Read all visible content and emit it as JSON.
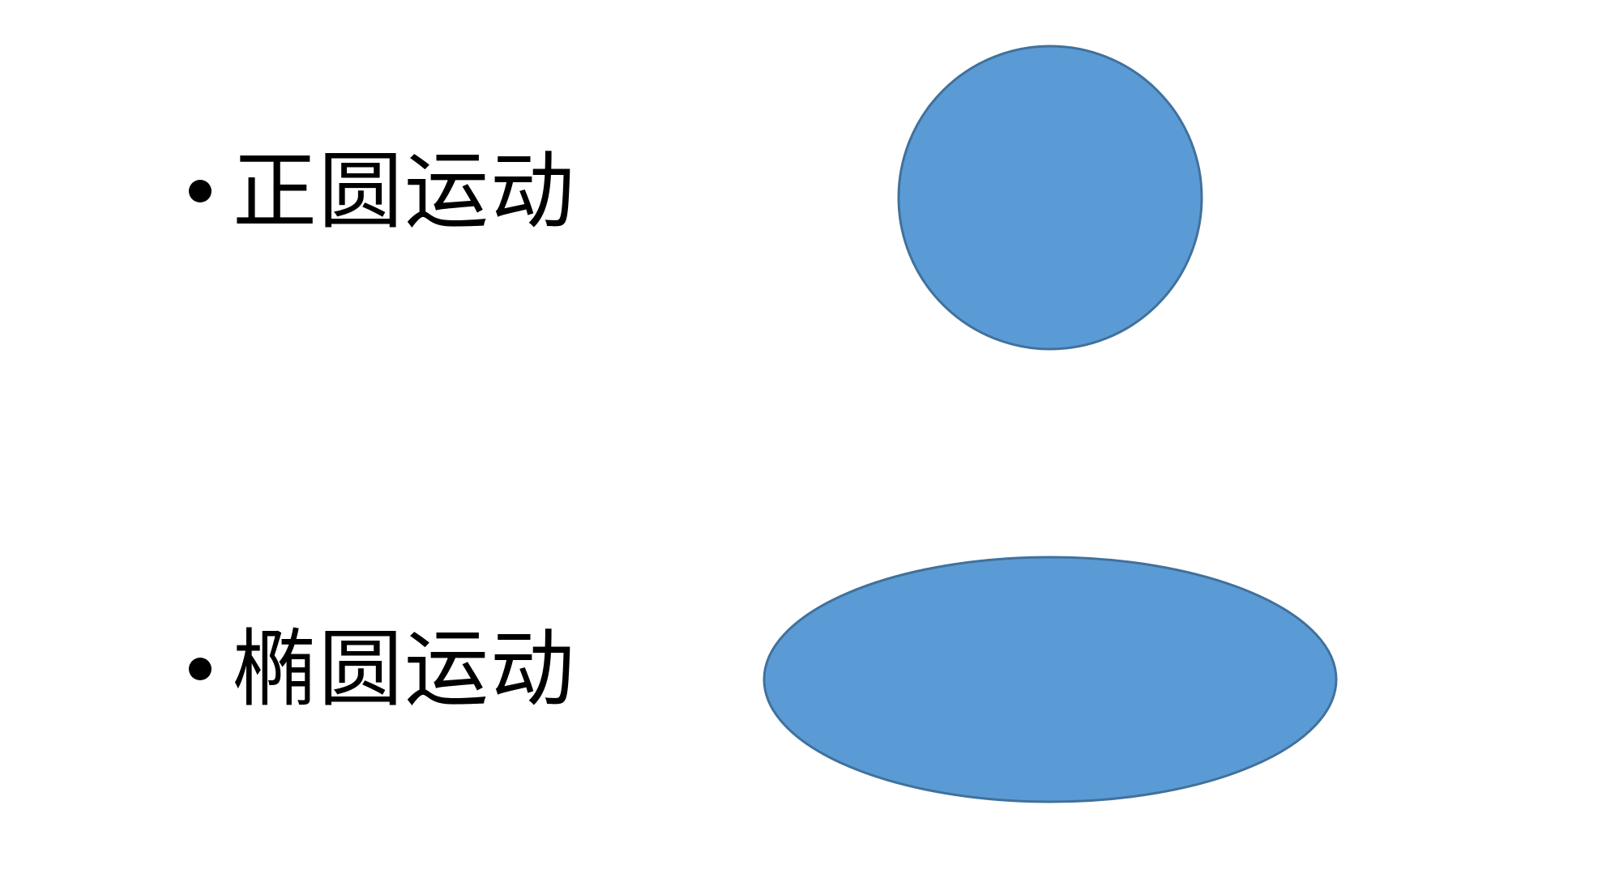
{
  "slide": {
    "bullets": [
      {
        "text": "正圆运动"
      },
      {
        "text": "椭圆运动"
      }
    ],
    "shapes": [
      {
        "kind": "circle",
        "icon": "circle-shape"
      },
      {
        "kind": "ellipse",
        "icon": "ellipse-shape"
      }
    ],
    "colors": {
      "shape_fill": "#5B9BD5",
      "shape_stroke": "#41719C",
      "text": "#000000",
      "background": "#FFFFFF"
    }
  }
}
